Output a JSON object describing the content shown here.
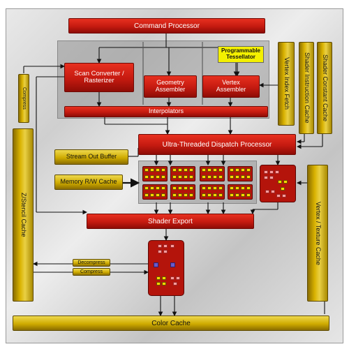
{
  "blocks": {
    "command_processor": "Command Processor",
    "scan_converter": "Scan Converter / Rasterizer",
    "geometry_assembler": "Geometry Assembler",
    "vertex_assembler": "Vertex Assembler",
    "programmable_tessellator": "Programmable Tessellator",
    "vertex_index_fetch": "Vertex Index Fetch",
    "shader_instruction_cache": "Shader Instruction Cache",
    "shader_constant_cache": "Shader Constant Cache",
    "interpolators": "Interpolators",
    "dispatch_processor": "Ultra-Threaded Dispatch Processor",
    "stream_out_buffer": "Stream Out Buffer",
    "memory_rw_cache": "Memory R/W Cache",
    "shader_export": "Shader Export",
    "z_stencil_cache": "Z/Stencil Cache",
    "vertex_texture_cache": "Vertex / Texture Cache",
    "decompress": "Decompress",
    "compress_bottom": "Compress",
    "compress_left": "Compress",
    "color_cache": "Color Cache"
  },
  "colors": {
    "block_red": "#c41a10",
    "cache_gold": "#d9b200",
    "tessellator_yellow": "#f4f000",
    "wire": "#111111"
  }
}
